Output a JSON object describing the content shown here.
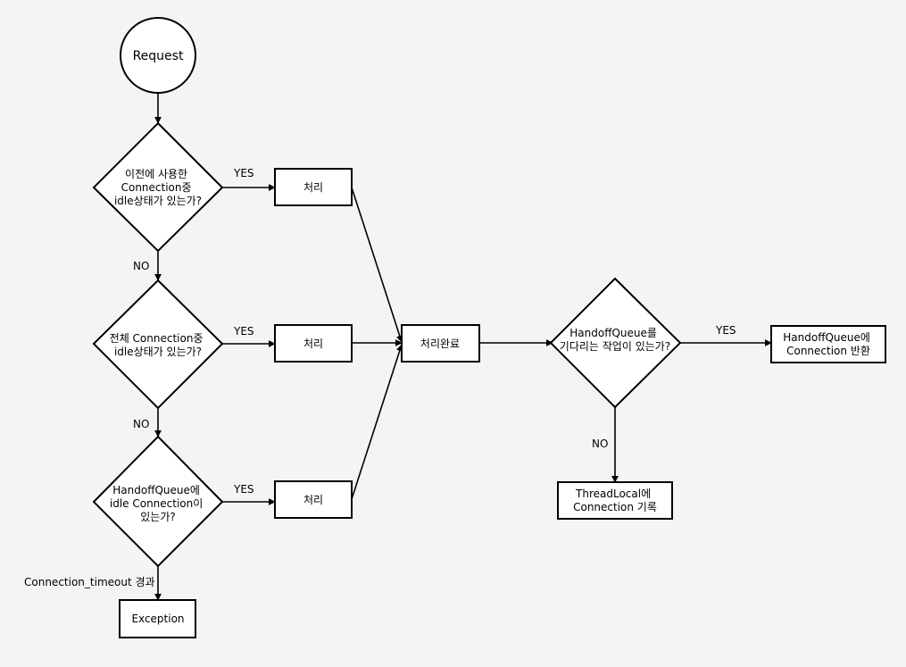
{
  "diagram": {
    "nodes": {
      "request": {
        "lines": [
          "Request"
        ]
      },
      "decision_prev": {
        "lines": [
          "이전에 사용한",
          "Connection중",
          "idle상태가 있는가?"
        ]
      },
      "decision_total": {
        "lines": [
          "전체 Connection중",
          "idle상태가 있는가?"
        ]
      },
      "decision_handoff": {
        "lines": [
          "HandoffQueue에",
          "idle Connection이",
          "있는가?"
        ]
      },
      "process_1": {
        "lines": [
          "처리"
        ]
      },
      "process_2": {
        "lines": [
          "처리"
        ]
      },
      "process_3": {
        "lines": [
          "처리"
        ]
      },
      "done": {
        "lines": [
          "처리완료"
        ]
      },
      "decision_waiting": {
        "lines": [
          "HandoffQueue를",
          "기다리는 작업이 있는가?"
        ]
      },
      "return_handoff": {
        "lines": [
          "HandoffQueue에",
          "Connection 반환"
        ]
      },
      "threadlocal": {
        "lines": [
          "ThreadLocal에",
          "Connection 기록"
        ]
      },
      "exception": {
        "lines": [
          "Exception"
        ]
      }
    },
    "edge_labels": {
      "prev_yes": "YES",
      "prev_no": "NO",
      "total_yes": "YES",
      "total_no": "NO",
      "handoff_yes": "YES",
      "handoff_timeout": "Connection_timeout 경과",
      "waiting_yes": "YES",
      "waiting_no": "NO"
    }
  }
}
